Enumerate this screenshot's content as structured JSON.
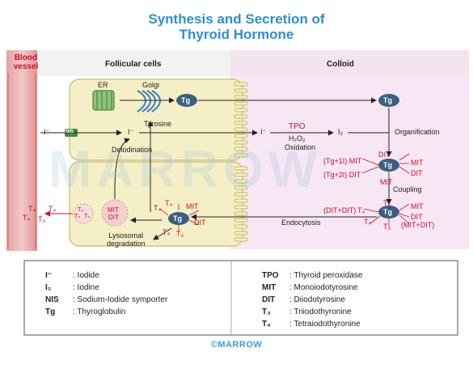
{
  "title": {
    "line1": "Synthesis and Secretion of",
    "line2": "Thyroid Hormone"
  },
  "headers": {
    "blood_vessel_1": "Blood",
    "blood_vessel_2": "vessel",
    "follicular": "Follicular cells",
    "colloid": "Colloid"
  },
  "organelles": {
    "er": "ER",
    "golgi": "Golgi"
  },
  "labels": {
    "tg": "Tg",
    "iodide": "I⁻",
    "nis": "NIS",
    "tyrosine": "Tyrosine",
    "deiodination": "Deiodination",
    "tpo": "TPO",
    "h2o2": "H₂O₂",
    "oxidation": "Oxidation",
    "iodine": "I₂",
    "organification": "Organification",
    "coupling": "Coupling",
    "endocytosis": "Endocytosis",
    "lysosomal_1": "Lysosomal",
    "lysosomal_2": "degradation",
    "tg_1i_mit": "(Tg+1I) MIT",
    "tg_2i_dit": "(Tg+2I) DIT",
    "dit": "DIT",
    "mit": "MIT",
    "t4": "T₄",
    "t3": "T₃",
    "dit_dit": "(DIT+DIT)",
    "mit_dit": "(MIT+DIT)",
    "lyso_mit": "MIT",
    "lyso_dit": "DIT"
  },
  "glossary_left": [
    {
      "sym": "I⁻",
      "def": ": Iodide"
    },
    {
      "sym": "I₂",
      "def": ": Iodine"
    },
    {
      "sym": "NIS",
      "def": ": Sodium-Iodide symporter"
    },
    {
      "sym": "Tg",
      "def": ": Thyroglobulin"
    }
  ],
  "glossary_right": [
    {
      "sym": "TPO",
      "def": ": Thyroid peroxidase"
    },
    {
      "sym": "MIT",
      "def": ": Monoiodotyrosine"
    },
    {
      "sym": "DIT",
      "def": ": Diiodotyrosine"
    },
    {
      "sym": "T₃",
      "def": ": Triiodothyronine"
    },
    {
      "sym": "T₄",
      "def": ": Tetraiodothyronine"
    }
  ],
  "footer": "©MARROW",
  "watermark": "MARROW",
  "colors": {
    "title": "#2b8fd4",
    "vessel": "#e8a3a3",
    "cell": "#f4efc8",
    "colloid": "#f6e3f2",
    "tg_fill": "#3c5f80",
    "red_text": "#c8102e"
  }
}
